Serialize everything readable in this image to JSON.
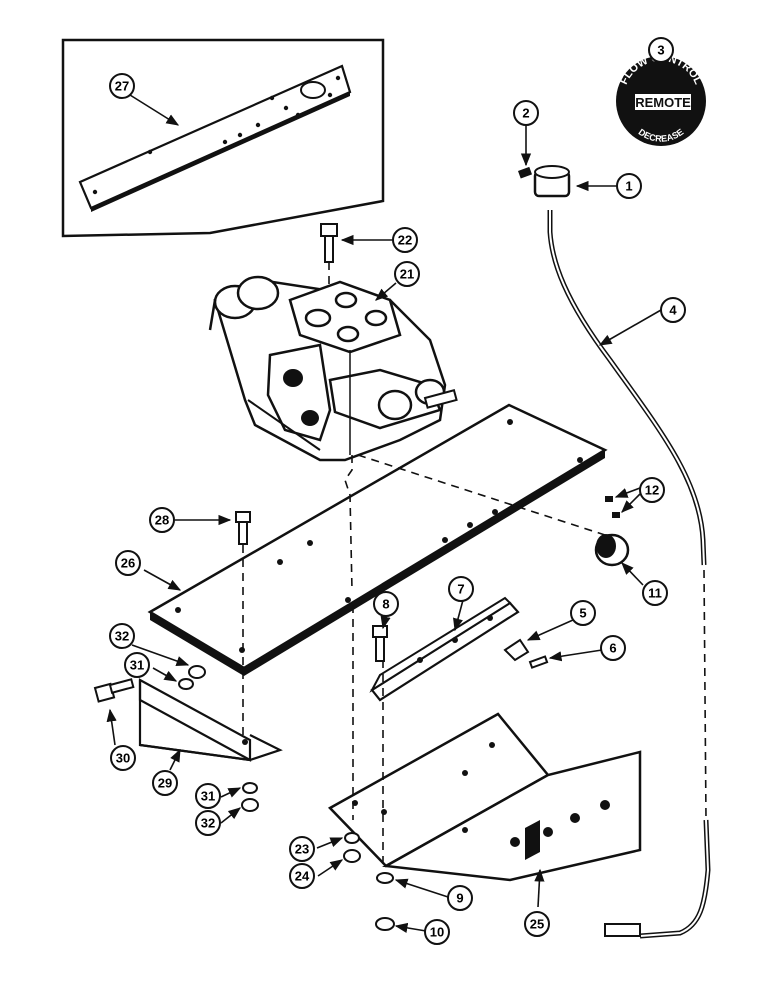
{
  "knob_label": {
    "top": "FLOW CONTROL",
    "center": "REMOTE",
    "bottom": "DECREASE"
  },
  "callouts": [
    {
      "key": "c1",
      "number": "1"
    },
    {
      "key": "c2",
      "number": "2"
    },
    {
      "key": "c3",
      "number": "3"
    },
    {
      "key": "c4",
      "number": "4"
    },
    {
      "key": "c5",
      "number": "5"
    },
    {
      "key": "c6",
      "number": "6"
    },
    {
      "key": "c7",
      "number": "7"
    },
    {
      "key": "c8",
      "number": "8"
    },
    {
      "key": "c9",
      "number": "9"
    },
    {
      "key": "c10",
      "number": "10"
    },
    {
      "key": "c11",
      "number": "11"
    },
    {
      "key": "c12",
      "number": "12"
    },
    {
      "key": "c21",
      "number": "21"
    },
    {
      "key": "c22",
      "number": "22"
    },
    {
      "key": "c23",
      "number": "23"
    },
    {
      "key": "c24",
      "number": "24"
    },
    {
      "key": "c25",
      "number": "25"
    },
    {
      "key": "c26",
      "number": "26"
    },
    {
      "key": "c27",
      "number": "27"
    },
    {
      "key": "c28",
      "number": "28"
    },
    {
      "key": "c29",
      "number": "29"
    },
    {
      "key": "c30",
      "number": "30"
    },
    {
      "key": "c31a",
      "number": "31"
    },
    {
      "key": "c31b",
      "number": "31"
    },
    {
      "key": "c32a",
      "number": "32"
    },
    {
      "key": "c32b",
      "number": "32"
    }
  ]
}
